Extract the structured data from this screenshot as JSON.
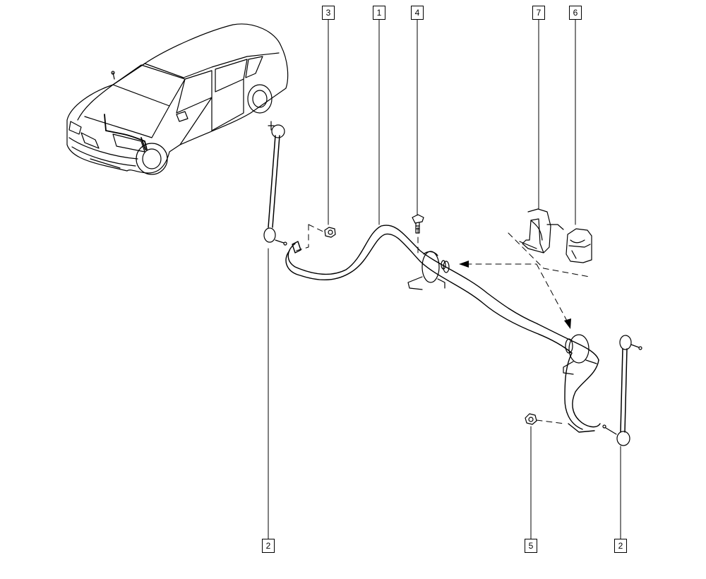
{
  "callouts": [
    {
      "id": "c3",
      "label": "3"
    },
    {
      "id": "c1",
      "label": "1"
    },
    {
      "id": "c4",
      "label": "4"
    },
    {
      "id": "c7",
      "label": "7"
    },
    {
      "id": "c6",
      "label": "6"
    },
    {
      "id": "c2a",
      "label": "2"
    },
    {
      "id": "c5",
      "label": "5"
    },
    {
      "id": "c2b",
      "label": "2"
    }
  ],
  "colors": {
    "line": "#000000",
    "paper": "#ffffff"
  }
}
